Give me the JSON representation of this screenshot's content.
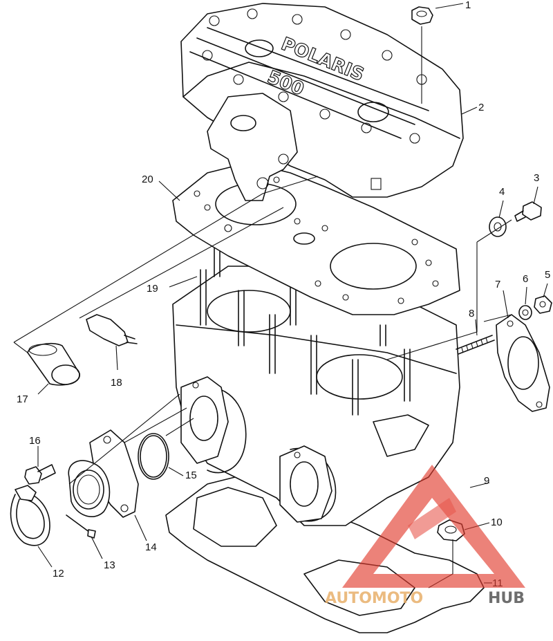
{
  "callouts": [
    {
      "id": "1",
      "label": "1"
    },
    {
      "id": "2",
      "label": "2"
    },
    {
      "id": "3",
      "label": "3"
    },
    {
      "id": "4",
      "label": "4"
    },
    {
      "id": "5",
      "label": "5"
    },
    {
      "id": "6",
      "label": "6"
    },
    {
      "id": "7",
      "label": "7"
    },
    {
      "id": "8",
      "label": "8"
    },
    {
      "id": "9",
      "label": "9"
    },
    {
      "id": "10",
      "label": "10"
    },
    {
      "id": "11",
      "label": "11"
    },
    {
      "id": "12",
      "label": "12"
    },
    {
      "id": "13",
      "label": "13"
    },
    {
      "id": "14",
      "label": "14"
    },
    {
      "id": "15",
      "label": "15"
    },
    {
      "id": "16",
      "label": "16"
    },
    {
      "id": "17",
      "label": "17"
    },
    {
      "id": "18",
      "label": "18"
    },
    {
      "id": "19",
      "label": "19"
    },
    {
      "id": "20",
      "label": "20"
    }
  ],
  "cover_text": {
    "brand": "POLARIS",
    "model": "500"
  },
  "watermark": {
    "part1": "AUTOMOTO",
    "part2": "HUB"
  },
  "colors": {
    "line": "#111111",
    "watermark_red": "#e23b2e",
    "watermark_orange": "#e8b06b",
    "watermark_gray": "#555555"
  }
}
